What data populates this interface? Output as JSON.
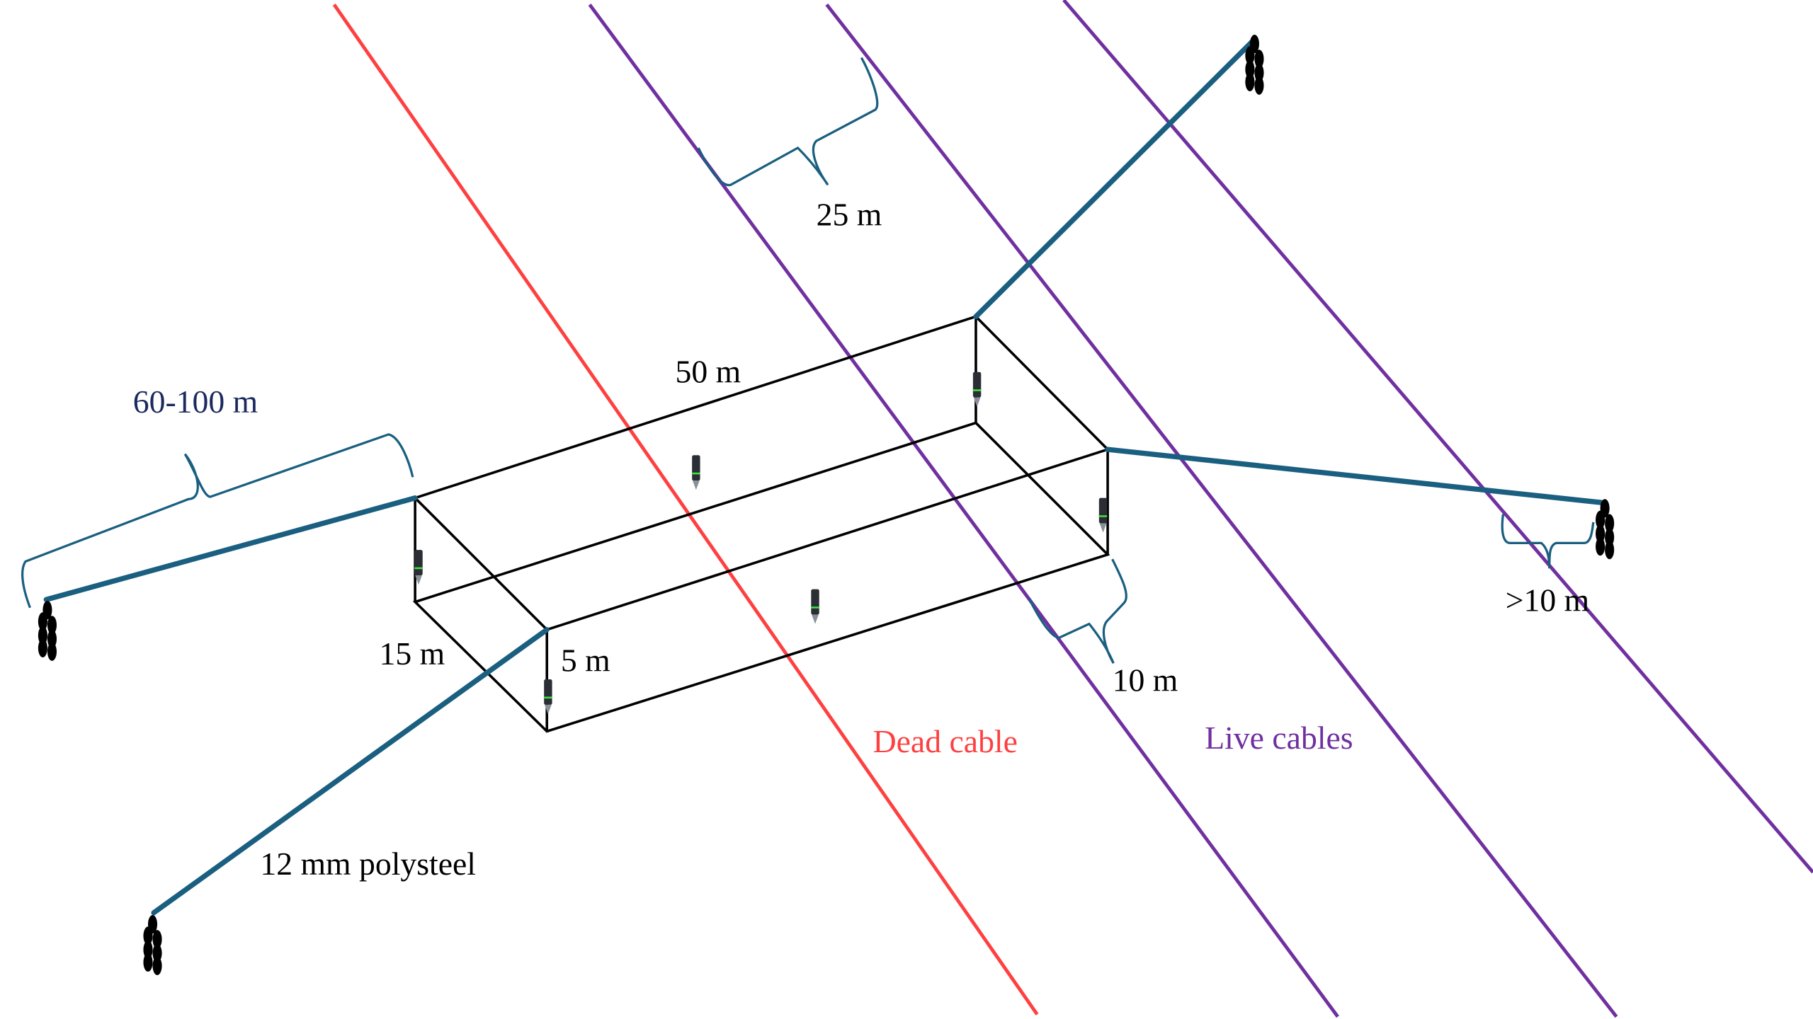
{
  "labels": {
    "spacing_25": "25 m",
    "length_50": "50 m",
    "anchor_distance": "60-100 m",
    "width_15": "15 m",
    "height_5": "5 m",
    "offset_10": "10 m",
    "offset_gt10": ">10 m",
    "dead_cable": "Dead cable",
    "live_cables": "Live cables",
    "rope_type": "12 mm polysteel"
  },
  "colors": {
    "dead_cable": "#ff4040",
    "live_cable": "#7030a0",
    "rope": "#1a5f80",
    "anchor_label": "#1b2a5e",
    "frame": "#000000"
  },
  "icons": [
    "chain-anchor-icon",
    "hydrophone-icon"
  ]
}
